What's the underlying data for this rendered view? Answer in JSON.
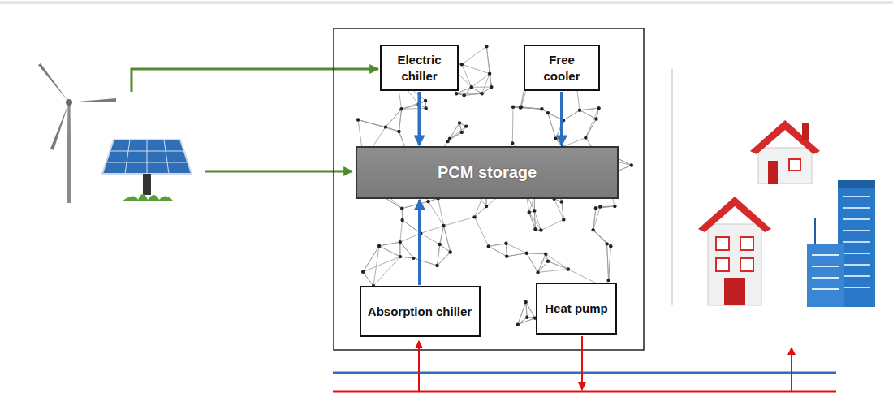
{
  "diagram": {
    "nodes": [
      {
        "text": [
          "Electric chiller"
        ]
      },
      {
        "text": [
          "Free cooler"
        ]
      },
      {
        "text": [
          "PCM storage"
        ]
      },
      {
        "text": [
          "Absorption chiller"
        ]
      },
      {
        "text": [
          "Heat pump"
        ]
      }
    ],
    "edges": [
      {
        "from": 0,
        "to": 2,
        "arrow": "to"
      },
      {
        "from": 1,
        "to": 2,
        "arrow": "to"
      },
      {
        "from": 3,
        "to": 2,
        "arrow": "to"
      }
    ]
  }
}
